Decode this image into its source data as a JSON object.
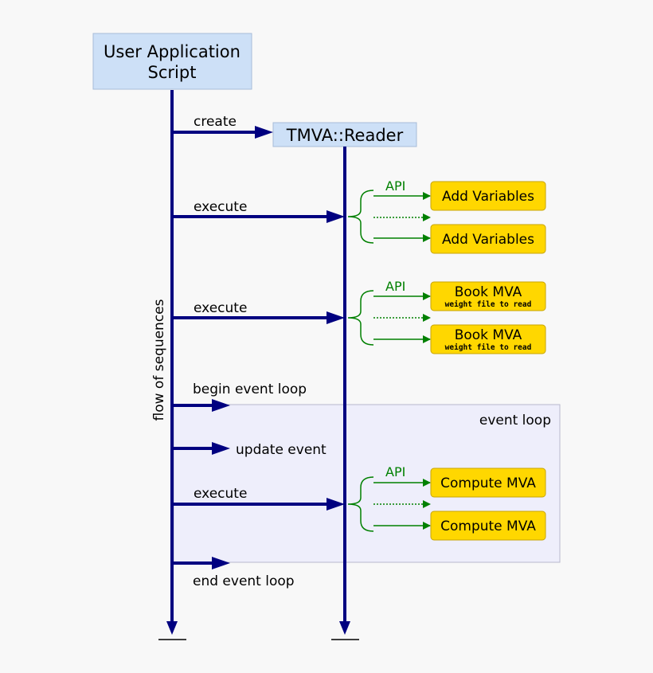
{
  "participants": {
    "app": {
      "line1": "User Application",
      "line2": "Script"
    },
    "reader": {
      "label": "TMVA::Reader"
    }
  },
  "flow_label": "flow of sequences",
  "event_loop_label": "event loop",
  "messages": {
    "create": "create",
    "execute_1": "execute",
    "execute_2": "execute",
    "begin_loop": "begin event loop",
    "update_event": "update event",
    "execute_3": "execute",
    "end_loop": "end event loop"
  },
  "api_groups": [
    {
      "api_label": "API",
      "box1": {
        "title": "Add Variables",
        "sub": ""
      },
      "box2": {
        "title": "Add Variables",
        "sub": ""
      }
    },
    {
      "api_label": "API",
      "box1": {
        "title": "Book MVA",
        "sub": "weight file to read"
      },
      "box2": {
        "title": "Book MVA",
        "sub": "weight file to read"
      }
    },
    {
      "api_label": "API",
      "box1": {
        "title": "Compute MVA",
        "sub": ""
      },
      "box2": {
        "title": "Compute MVA",
        "sub": ""
      }
    }
  ],
  "colors": {
    "lifeline": "#000080",
    "api_arrow": "#008000",
    "participant_fill": "#cde0f7",
    "api_box_fill": "#ffd700",
    "api_box_border": "#c8a400",
    "loop_fill": "#eeeefb"
  }
}
